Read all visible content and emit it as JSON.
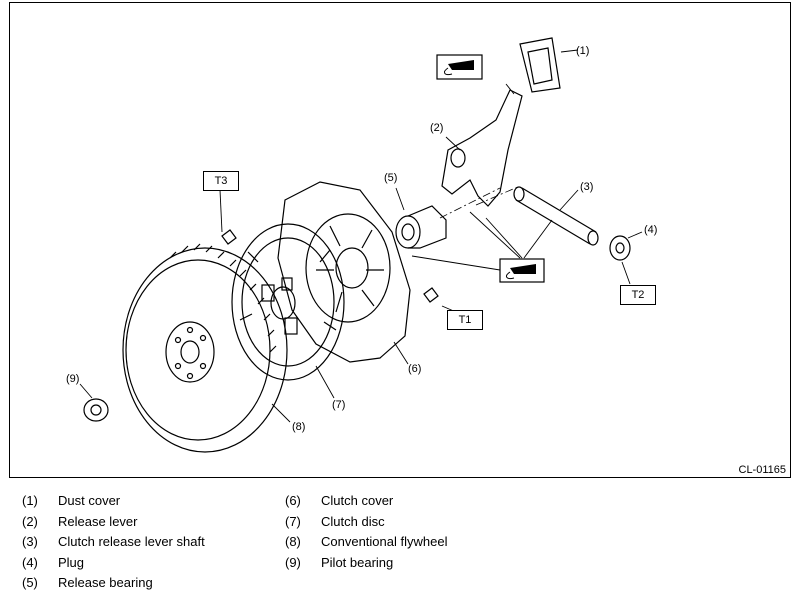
{
  "diagram_code": "CL-01165",
  "torque_labels": {
    "t1": "T1",
    "t2": "T2",
    "t3": "T3"
  },
  "callouts": [
    "(1)",
    "(2)",
    "(3)",
    "(4)",
    "(5)",
    "(6)",
    "(7)",
    "(8)",
    "(9)"
  ],
  "legend_left": [
    {
      "num": "(1)",
      "label": "Dust cover"
    },
    {
      "num": "(2)",
      "label": "Release lever"
    },
    {
      "num": "(3)",
      "label": "Clutch release lever shaft"
    },
    {
      "num": "(4)",
      "label": "Plug"
    },
    {
      "num": "(5)",
      "label": "Release bearing"
    }
  ],
  "legend_right": [
    {
      "num": "(6)",
      "label": "Clutch cover"
    },
    {
      "num": "(7)",
      "label": "Clutch disc"
    },
    {
      "num": "(8)",
      "label": "Conventional flywheel"
    },
    {
      "num": "(9)",
      "label": "Pilot bearing"
    }
  ],
  "icons": [
    "grease-applicator-icon",
    "grease-applicator-icon"
  ]
}
